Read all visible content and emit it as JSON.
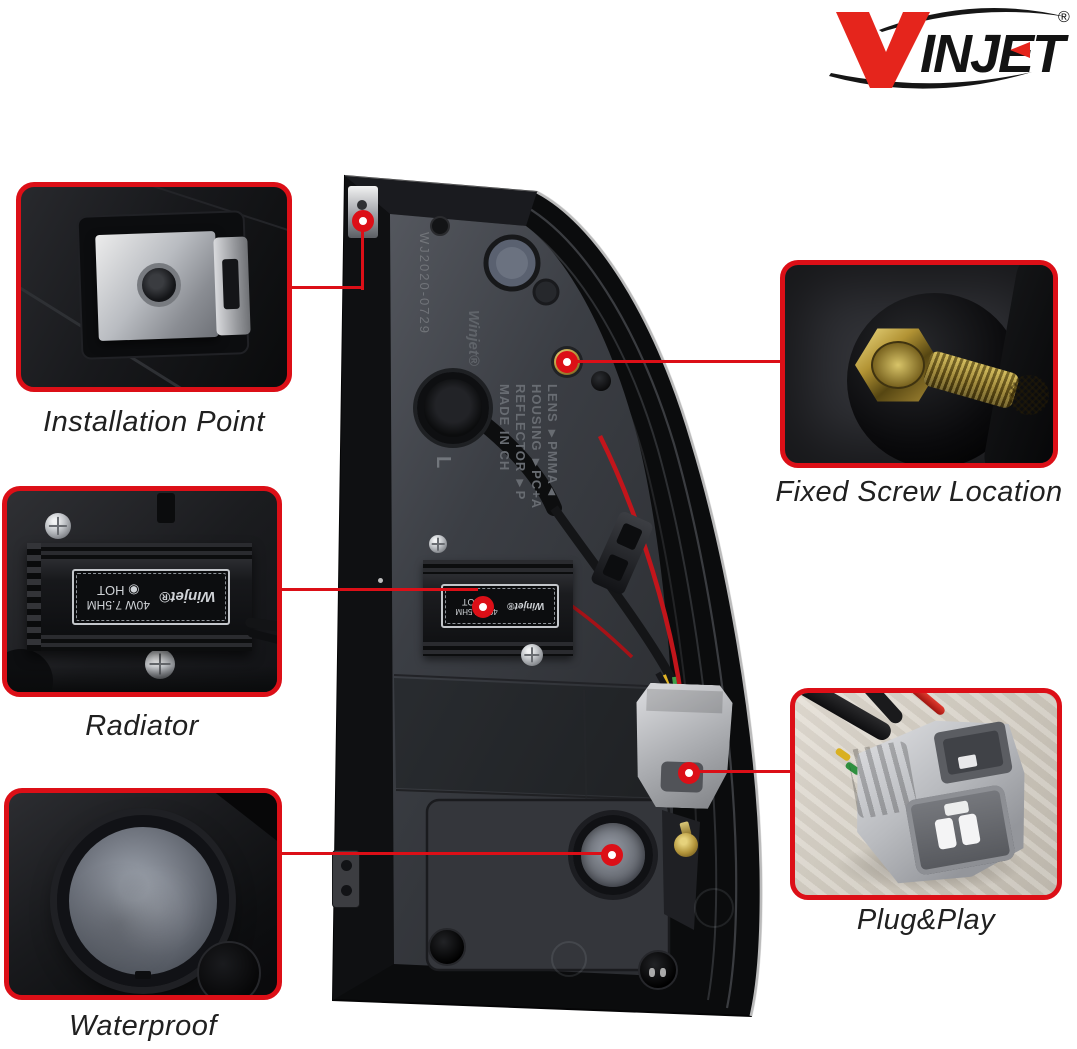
{
  "brand": {
    "full_name": "WINJET",
    "w_letter": "W",
    "rest_letters": "INJET",
    "registered": "®"
  },
  "callouts": {
    "installation_point": {
      "label": "Installation Point"
    },
    "fixed_screw": {
      "label": "Fixed Screw Location"
    },
    "radiator": {
      "label": "Radiator"
    },
    "plug_play": {
      "label": "Plug&Play"
    },
    "waterproof": {
      "label": "Waterproof"
    }
  },
  "housing_markings": {
    "part_number": "WJ2020-0729",
    "brand_engraving": "Winjet®",
    "side_marking": "L",
    "spec_line_1": "LENS ►PMMA◄",
    "spec_line_2": "HOUSING ►PC+A",
    "spec_line_3": "REFLECTOR ►P",
    "spec_line_4": "MADE IN CH"
  },
  "radiator_plate": {
    "brand": "Winjet®",
    "power": "40W 7.5HM",
    "warning_symbol": "◉",
    "hot": "HOT"
  },
  "colors": {
    "accent_red": "#dc0f17",
    "logo_red": "#e5251c",
    "label_text": "#202020"
  }
}
